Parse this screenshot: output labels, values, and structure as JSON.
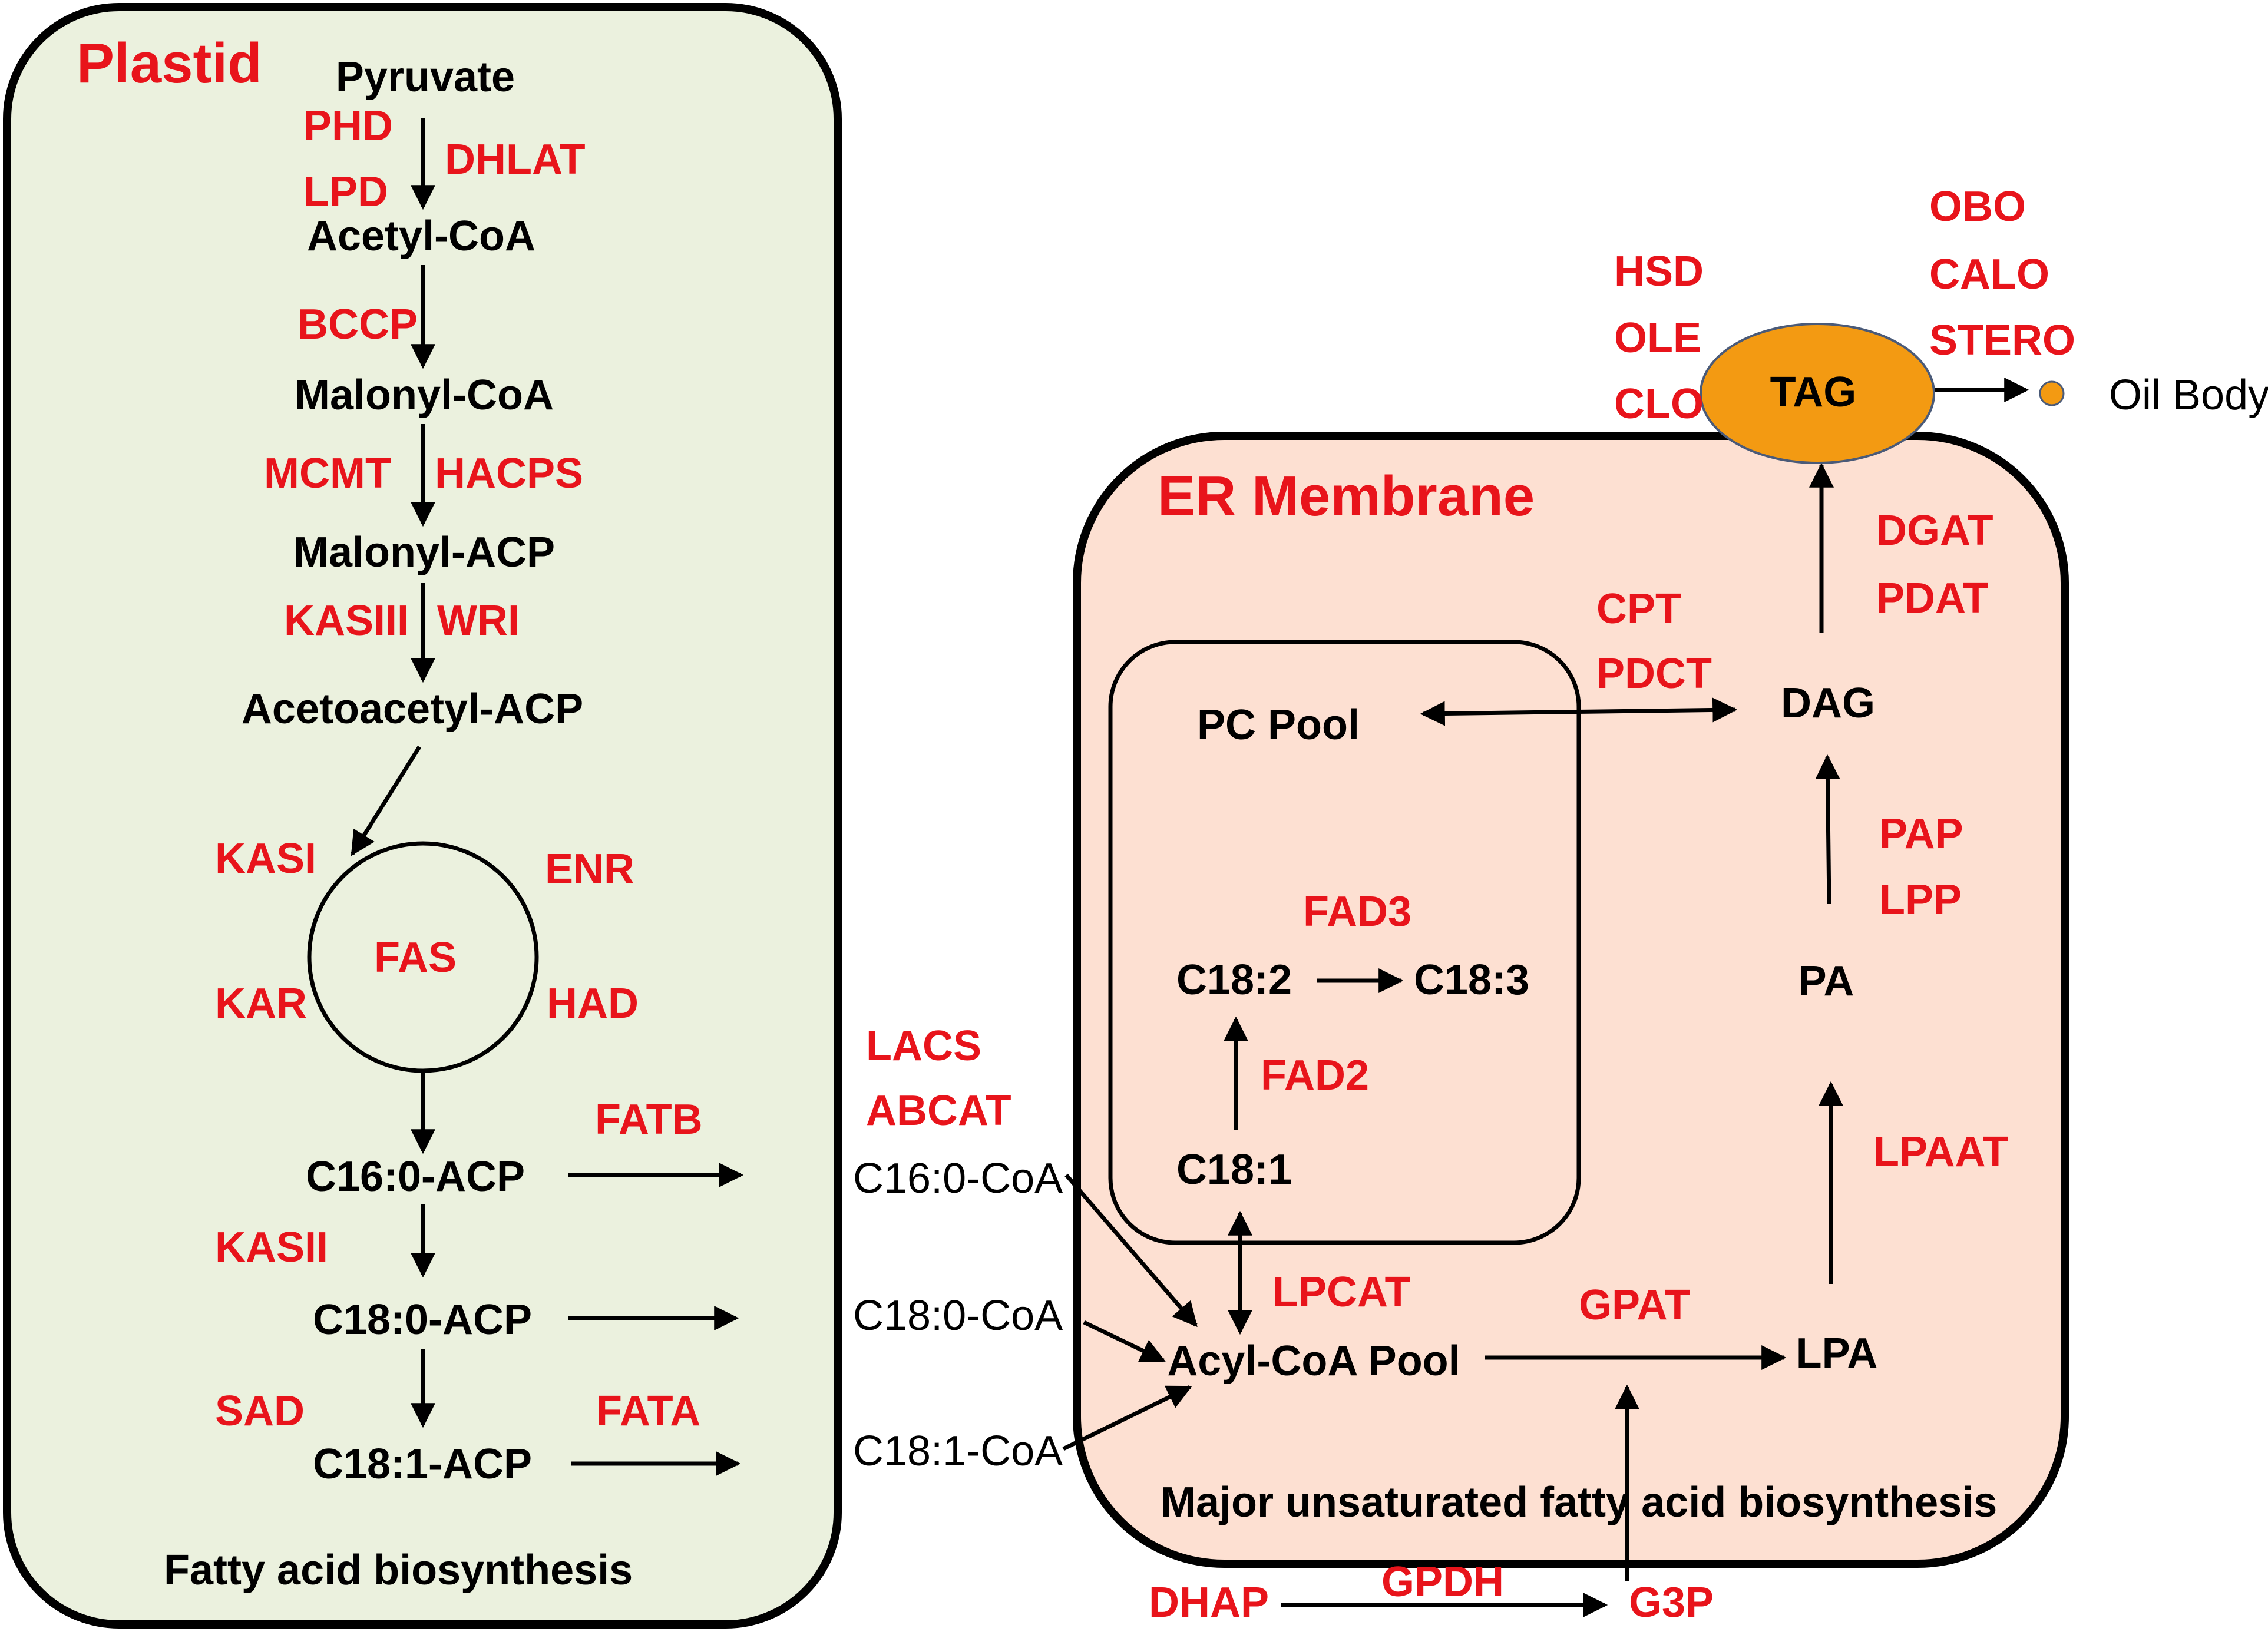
{
  "plastid": {
    "title": "Plastid",
    "footer": "Fatty acid biosynthesis",
    "metabolites": {
      "pyruvate": "Pyruvate",
      "acetyl_coa": "Acetyl-CoA",
      "malonyl_coa": "Malonyl-CoA",
      "malonyl_acp": "Malonyl-ACP",
      "acetoacetyl_acp": "Acetoacetyl-ACP",
      "fas": "FAS",
      "c16_0_acp": "C16:0-ACP",
      "c18_0_acp": "C18:0-ACP",
      "c18_1_acp": "C18:1-ACP"
    },
    "enzymes": {
      "phd": "PHD",
      "lpd": "LPD",
      "dhlat": "DHLAT",
      "bccp": "BCCP",
      "mcmt": "MCMT",
      "hacps": "HACPS",
      "kasiii": "KASIII",
      "wri": "WRI",
      "kasi": "KASI",
      "enr": "ENR",
      "kar": "KAR",
      "had": "HAD",
      "fatb": "FATB",
      "kasii": "KASII",
      "sad": "SAD",
      "fata": "FATA"
    }
  },
  "export": {
    "lacs": "LACS",
    "abcat": "ABCAT",
    "c16_0_coa": "C16:0-CoA",
    "c18_0_coa": "C18:0-CoA",
    "c18_1_coa": "C18:1-CoA"
  },
  "er": {
    "title": "ER Membrane",
    "footer": "Major unsaturated fatty acid biosynthesis",
    "metabolites": {
      "pc_pool": "PC Pool",
      "c18_2": "C18:2",
      "c18_3": "C18:3",
      "c18_1": "C18:1",
      "acyl_coa_pool": "Acyl-CoA Pool",
      "lpa": "LPA",
      "pa": "PA",
      "dag": "DAG"
    },
    "enzymes": {
      "cpt": "CPT",
      "pdct": "PDCT",
      "fad3": "FAD3",
      "fad2": "FAD2",
      "lpcat": "LPCAT",
      "gpat": "GPAT",
      "lpaat": "LPAAT",
      "pap": "PAP",
      "lpp": "LPP",
      "dgat": "DGAT",
      "pdat": "PDAT"
    }
  },
  "tag": {
    "label": "TAG",
    "enzymes_left": {
      "hsd": "HSD",
      "ole": "OLE",
      "clo": "CLO"
    },
    "enzymes_right": {
      "obo": "OBO",
      "calo": "CALO",
      "stero": "STERO"
    },
    "oil_body": "Oil Body"
  },
  "g3p_branch": {
    "dhap": "DHAP",
    "gpdh": "GPDH",
    "g3p": "G3P"
  },
  "colors": {
    "enzyme_red": "#e8141b",
    "plastid_fill": "#ebf1de",
    "er_fill": "#fde0d2",
    "tag_fill": "#f39a12",
    "text_black": "#000000"
  }
}
